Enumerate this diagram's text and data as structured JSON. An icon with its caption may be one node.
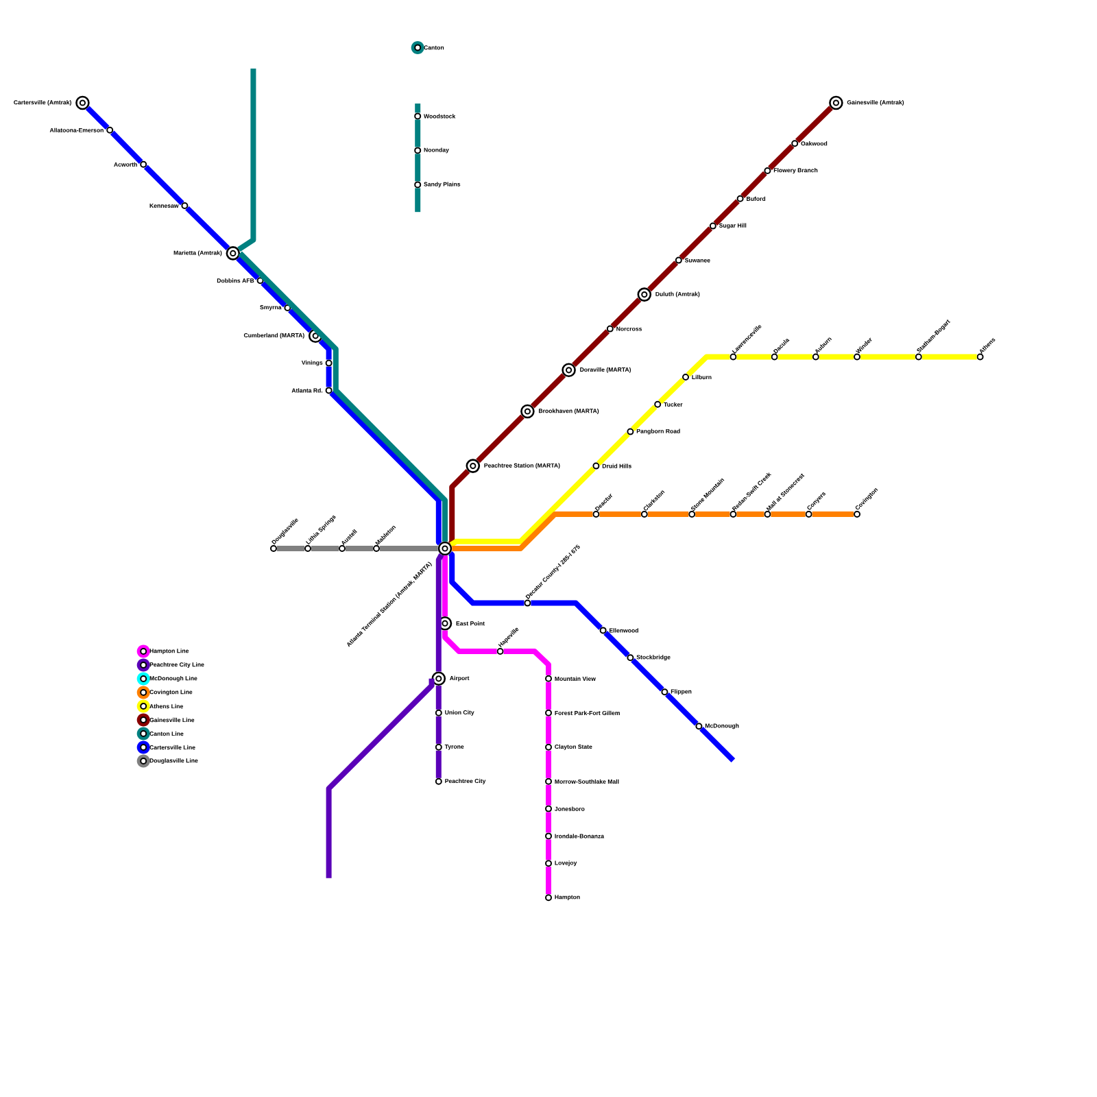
{
  "diagram": {
    "nodes": [
      {
        "text": [],
        "shape": "bullseye",
        "beside": [
          "Cartersville (Amtrak)"
        ]
      },
      {
        "text": [],
        "shape": "circle",
        "beside": [
          "Allatoona-Emerson"
        ]
      },
      {
        "text": [],
        "shape": "circle",
        "beside": [
          "Acworth"
        ]
      },
      {
        "text": [],
        "shape": "circle",
        "beside": [
          "Kennesaw"
        ]
      },
      {
        "text": [],
        "shape": "bullseye",
        "beside": [
          "Marietta (Amtrak)"
        ]
      },
      {
        "text": [],
        "shape": "circle",
        "beside": [
          "Dobbins AFB"
        ]
      },
      {
        "text": [],
        "shape": "circle",
        "beside": [
          "Smyrna"
        ]
      },
      {
        "text": [],
        "shape": "bullseye",
        "beside": [
          "Cumberland (MARTA)"
        ]
      },
      {
        "text": [],
        "shape": "circle",
        "beside": [
          "Vinings"
        ]
      },
      {
        "text": [],
        "shape": "circle",
        "beside": [
          "Atlanta Rd."
        ]
      },
      {
        "text": [],
        "shape": "bullseye",
        "beside": [
          "Atlanta Terminal Station (Amtrak, MARTA)"
        ]
      },
      {
        "text": [],
        "shape": "circle",
        "beside": [
          "Decatur County-I 285-I 675"
        ]
      },
      {
        "text": [],
        "shape": "circle",
        "beside": [
          "Ellenwood"
        ]
      },
      {
        "text": [],
        "shape": "circle",
        "beside": [
          "Stockbridge"
        ]
      },
      {
        "text": [],
        "shape": "circle",
        "beside": [
          "Flippen"
        ]
      },
      {
        "text": [],
        "shape": "circle",
        "beside": [
          "McDonough"
        ]
      },
      {
        "text": [],
        "shape": "circle",
        "beside": [
          "Canton"
        ]
      },
      {
        "text": [],
        "shape": "circle",
        "beside": [
          "Woodstock"
        ]
      },
      {
        "text": [],
        "shape": "circle",
        "beside": [
          "Noonday"
        ]
      },
      {
        "text": [],
        "shape": "circle",
        "beside": [
          "Sandy Plains"
        ]
      },
      {
        "text": [],
        "shape": "bullseye",
        "beside": [
          "Peachtree Station (MARTA)"
        ]
      },
      {
        "text": [],
        "shape": "bullseye",
        "beside": [
          "Brookhaven (MARTA)"
        ]
      },
      {
        "text": [],
        "shape": "bullseye",
        "beside": [
          "Doraville (MARTA)"
        ]
      },
      {
        "text": [],
        "shape": "circle",
        "beside": [
          "Norcross"
        ]
      },
      {
        "text": [],
        "shape": "bullseye",
        "beside": [
          "Duluth (Amtrak)"
        ]
      },
      {
        "text": [],
        "shape": "circle",
        "beside": [
          "Suwanee"
        ]
      },
      {
        "text": [],
        "shape": "circle",
        "beside": [
          "Sugar Hill"
        ]
      },
      {
        "text": [],
        "shape": "circle",
        "beside": [
          "Buford"
        ]
      },
      {
        "text": [],
        "shape": "circle",
        "beside": [
          "Flowery Branch"
        ]
      },
      {
        "text": [],
        "shape": "circle",
        "beside": [
          "Oakwood"
        ]
      },
      {
        "text": [],
        "shape": "bullseye",
        "beside": [
          "Gainesville (Amtrak)"
        ]
      },
      {
        "text": [],
        "shape": "circle",
        "beside": [
          "Druid Hills"
        ]
      },
      {
        "text": [],
        "shape": "circle",
        "beside": [
          "Pangborn Road"
        ]
      },
      {
        "text": [],
        "shape": "circle",
        "beside": [
          "Tucker"
        ]
      },
      {
        "text": [],
        "shape": "circle",
        "beside": [
          "Lilburn"
        ]
      },
      {
        "text": [],
        "shape": "circle",
        "beside": [
          "Lawrenceville"
        ]
      },
      {
        "text": [],
        "shape": "circle",
        "beside": [
          "Dacula"
        ]
      },
      {
        "text": [],
        "shape": "circle",
        "beside": [
          "Auburn"
        ]
      },
      {
        "text": [],
        "shape": "circle",
        "beside": [
          "Winder"
        ]
      },
      {
        "text": [],
        "shape": "circle",
        "beside": [
          "Statham-Bogart"
        ]
      },
      {
        "text": [],
        "shape": "circle",
        "beside": [
          "Athens"
        ]
      },
      {
        "text": [],
        "shape": "circle",
        "beside": [
          "Deactur"
        ]
      },
      {
        "text": [],
        "shape": "circle",
        "beside": [
          "Clarkston"
        ]
      },
      {
        "text": [],
        "shape": "circle",
        "beside": [
          "Stone Mountain"
        ]
      },
      {
        "text": [],
        "shape": "circle",
        "beside": [
          "Redan-Swift Creek"
        ]
      },
      {
        "text": [],
        "shape": "circle",
        "beside": [
          "Mall at Stonecrest"
        ]
      },
      {
        "text": [],
        "shape": "circle",
        "beside": [
          "Conyers"
        ]
      },
      {
        "text": [],
        "shape": "circle",
        "beside": [
          "Covington"
        ]
      },
      {
        "text": [],
        "shape": "circle",
        "beside": [
          "Douglasville"
        ]
      },
      {
        "text": [],
        "shape": "circle",
        "beside": [
          "Lithia Springs"
        ]
      },
      {
        "text": [],
        "shape": "circle",
        "beside": [
          "Austell"
        ]
      },
      {
        "text": [],
        "shape": "circle",
        "beside": [
          "Mableton"
        ]
      },
      {
        "text": [],
        "shape": "bullseye",
        "beside": [
          "East Point"
        ]
      },
      {
        "text": [],
        "shape": "circle",
        "beside": [
          "Hapeville"
        ]
      },
      {
        "text": [],
        "shape": "circle",
        "beside": [
          "Mountain View"
        ]
      },
      {
        "text": [],
        "shape": "circle",
        "beside": [
          "Forest Park-Fort Gillem"
        ]
      },
      {
        "text": [],
        "shape": "circle",
        "beside": [
          "Clayton State"
        ]
      },
      {
        "text": [],
        "shape": "circle",
        "beside": [
          "Morrow-Southlake Mall"
        ]
      },
      {
        "text": [],
        "shape": "circle",
        "beside": [
          "Jonesboro"
        ]
      },
      {
        "text": [],
        "shape": "circle",
        "beside": [
          "Irondale-Bonanza"
        ]
      },
      {
        "text": [],
        "shape": "circle",
        "beside": [
          "Lovejoy"
        ]
      },
      {
        "text": [],
        "shape": "circle",
        "beside": [
          "Hampton"
        ]
      },
      {
        "text": [],
        "shape": "bullseye",
        "beside": [
          "Airport"
        ]
      },
      {
        "text": [],
        "shape": "circle",
        "beside": [
          "Union City"
        ]
      },
      {
        "text": [],
        "shape": "circle",
        "beside": [
          "Tyrone"
        ]
      },
      {
        "text": [],
        "shape": "circle",
        "beside": [
          "Peachtree City"
        ]
      }
    ],
    "edges": [
      {
        "from": 0,
        "to": 1,
        "arrow": "none",
        "color": "#0000ff"
      },
      {
        "from": 1,
        "to": 2,
        "arrow": "none",
        "color": "#0000ff"
      },
      {
        "from": 2,
        "to": 3,
        "arrow": "none",
        "color": "#0000ff"
      },
      {
        "from": 3,
        "to": 4,
        "arrow": "none",
        "color": "#0000ff"
      },
      {
        "from": 4,
        "to": 5,
        "arrow": "none",
        "color": "#0000ff"
      },
      {
        "from": 5,
        "to": 6,
        "arrow": "none",
        "color": "#0000ff"
      },
      {
        "from": 6,
        "to": 7,
        "arrow": "none",
        "color": "#0000ff"
      },
      {
        "from": 7,
        "to": 8,
        "arrow": "none",
        "color": "#0000ff"
      },
      {
        "from": 8,
        "to": 9,
        "arrow": "none",
        "color": "#0000ff"
      },
      {
        "from": 9,
        "to": 10,
        "arrow": "none",
        "color": "#0000ff"
      },
      {
        "from": 10,
        "to": 11,
        "arrow": "none",
        "color": "#0000ff"
      },
      {
        "from": 11,
        "to": 12,
        "arrow": "none",
        "color": "#0000ff"
      },
      {
        "from": 12,
        "to": 13,
        "arrow": "none",
        "color": "#0000ff"
      },
      {
        "from": 13,
        "to": 14,
        "arrow": "none",
        "color": "#0000ff"
      },
      {
        "from": 14,
        "to": 15,
        "arrow": "none",
        "color": "#0000ff"
      },
      {
        "from": 15,
        "to": null,
        "arrow": "none",
        "color": "#0000ff"
      },
      {
        "from": null,
        "to": 4,
        "arrow": "none",
        "color": "#008080"
      },
      {
        "from": 4,
        "to": 10,
        "arrow": "none",
        "color": "#008080"
      },
      {
        "from": null,
        "to": 17,
        "arrow": "none",
        "color": "#008080"
      },
      {
        "from": 17,
        "to": 18,
        "arrow": "none",
        "color": "#008080"
      },
      {
        "from": 18,
        "to": 19,
        "arrow": "none",
        "color": "#008080"
      },
      {
        "from": 19,
        "to": null,
        "arrow": "none",
        "color": "#008080"
      },
      {
        "from": 10,
        "to": 20,
        "arrow": "none",
        "color": "#880000"
      },
      {
        "from": 20,
        "to": 21,
        "arrow": "none",
        "color": "#880000"
      },
      {
        "from": 21,
        "to": 22,
        "arrow": "none",
        "color": "#880000"
      },
      {
        "from": 22,
        "to": 23,
        "arrow": "none",
        "color": "#880000"
      },
      {
        "from": 23,
        "to": 24,
        "arrow": "none",
        "color": "#880000"
      },
      {
        "from": 24,
        "to": 25,
        "arrow": "none",
        "color": "#880000"
      },
      {
        "from": 25,
        "to": 26,
        "arrow": "none",
        "color": "#880000"
      },
      {
        "from": 26,
        "to": 27,
        "arrow": "none",
        "color": "#880000"
      },
      {
        "from": 27,
        "to": 28,
        "arrow": "none",
        "color": "#880000"
      },
      {
        "from": 28,
        "to": 29,
        "arrow": "none",
        "color": "#880000"
      },
      {
        "from": 29,
        "to": 30,
        "arrow": "none",
        "color": "#880000"
      },
      {
        "from": 10,
        "to": 31,
        "arrow": "none",
        "color": "#ffff00"
      },
      {
        "from": 31,
        "to": 32,
        "arrow": "none",
        "color": "#ffff00"
      },
      {
        "from": 32,
        "to": 33,
        "arrow": "none",
        "color": "#ffff00"
      },
      {
        "from": 33,
        "to": 34,
        "arrow": "none",
        "color": "#ffff00"
      },
      {
        "from": 34,
        "to": 35,
        "arrow": "none",
        "color": "#ffff00"
      },
      {
        "from": 35,
        "to": 36,
        "arrow": "none",
        "color": "#ffff00"
      },
      {
        "from": 36,
        "to": 37,
        "arrow": "none",
        "color": "#ffff00"
      },
      {
        "from": 37,
        "to": 38,
        "arrow": "none",
        "color": "#ffff00"
      },
      {
        "from": 38,
        "to": 39,
        "arrow": "none",
        "color": "#ffff00"
      },
      {
        "from": 39,
        "to": 40,
        "arrow": "none",
        "color": "#ffff00"
      },
      {
        "from": 10,
        "to": 41,
        "arrow": "none",
        "color": "#ff8000"
      },
      {
        "from": 41,
        "to": 42,
        "arrow": "none",
        "color": "#ff8000"
      },
      {
        "from": 42,
        "to": 43,
        "arrow": "none",
        "color": "#ff8000"
      },
      {
        "from": 43,
        "to": 44,
        "arrow": "none",
        "color": "#ff8000"
      },
      {
        "from": 44,
        "to": 45,
        "arrow": "none",
        "color": "#ff8000"
      },
      {
        "from": 45,
        "to": 46,
        "arrow": "none",
        "color": "#ff8000"
      },
      {
        "from": 46,
        "to": 47,
        "arrow": "none",
        "color": "#ff8000"
      },
      {
        "from": 48,
        "to": 49,
        "arrow": "none",
        "color": "#808080"
      },
      {
        "from": 49,
        "to": 50,
        "arrow": "none",
        "color": "#808080"
      },
      {
        "from": 50,
        "to": 51,
        "arrow": "none",
        "color": "#808080"
      },
      {
        "from": 51,
        "to": 10,
        "arrow": "none",
        "color": "#808080"
      },
      {
        "from": 10,
        "to": 52,
        "arrow": "none",
        "color": "#ff00ff"
      },
      {
        "from": 52,
        "to": 53,
        "arrow": "none",
        "color": "#ff00ff"
      },
      {
        "from": 53,
        "to": 54,
        "arrow": "none",
        "color": "#ff00ff"
      },
      {
        "from": 54,
        "to": 55,
        "arrow": "none",
        "color": "#ff00ff"
      },
      {
        "from": 55,
        "to": 56,
        "arrow": "none",
        "color": "#ff00ff"
      },
      {
        "from": 56,
        "to": 57,
        "arrow": "none",
        "color": "#ff00ff"
      },
      {
        "from": 57,
        "to": 58,
        "arrow": "none",
        "color": "#ff00ff"
      },
      {
        "from": 58,
        "to": 59,
        "arrow": "none",
        "color": "#ff00ff"
      },
      {
        "from": 59,
        "to": 60,
        "arrow": "none",
        "color": "#ff00ff"
      },
      {
        "from": 60,
        "to": 61,
        "arrow": "none",
        "color": "#ff00ff"
      },
      {
        "from": 10,
        "to": 62,
        "arrow": "none",
        "color": "#5a00b8"
      },
      {
        "from": 62,
        "to": 63,
        "arrow": "none",
        "color": "#5a00b8"
      },
      {
        "from": 63,
        "to": 64,
        "arrow": "none",
        "color": "#5a00b8"
      },
      {
        "from": 64,
        "to": 65,
        "arrow": "none",
        "color": "#5a00b8"
      },
      {
        "from": 62,
        "to": null,
        "arrow": "none",
        "color": "#5a00b8"
      }
    ],
    "legend": [
      {
        "text": "Hampton Line",
        "color": "#ff00ff"
      },
      {
        "text": "Peachtree City Line",
        "color": "#5a00b8"
      },
      {
        "text": "McDonough Line",
        "color": "#00ffff"
      },
      {
        "text": "Covington Line",
        "color": "#ff8000"
      },
      {
        "text": "Athens Line",
        "color": "#ffff00"
      },
      {
        "text": "Gainesville Line",
        "color": "#880000"
      },
      {
        "text": "Canton Line",
        "color": "#008080"
      },
      {
        "text": "Cartersville Line",
        "color": "#0000ff"
      },
      {
        "text": "Douglasville Line",
        "color": "#808080"
      }
    ]
  }
}
